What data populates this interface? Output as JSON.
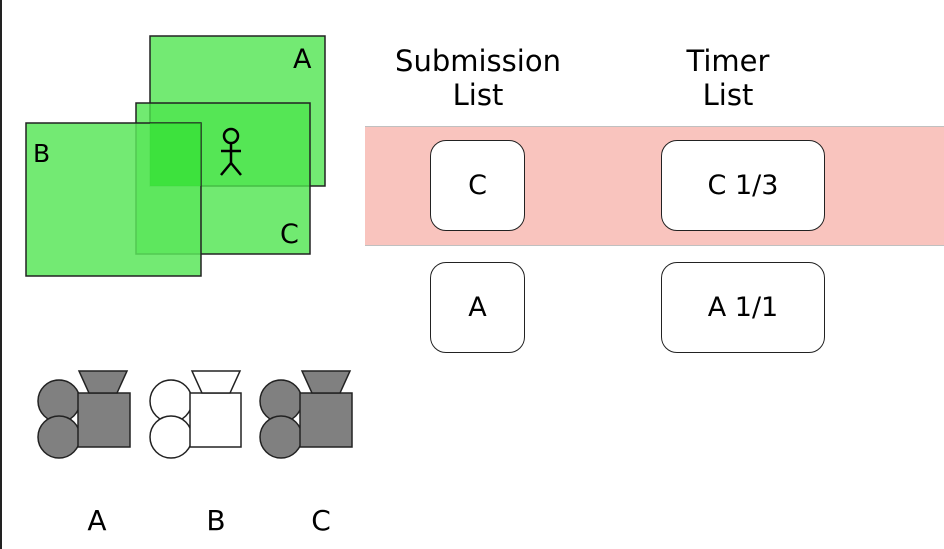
{
  "regions": [
    {
      "id": "A",
      "label": "A"
    },
    {
      "id": "B",
      "label": "B"
    },
    {
      "id": "C",
      "label": "C"
    }
  ],
  "colors": {
    "region_fill": "#5be65b",
    "region_overlap": "#22dd22",
    "highlight": "#f9c4be",
    "camera_gray": "#808080"
  },
  "lists": {
    "submission_header": [
      "Submission",
      "List"
    ],
    "timer_header": [
      "Timer",
      "List"
    ]
  },
  "rows": [
    {
      "submission": "C",
      "timer": "C  1/3",
      "highlighted": true
    },
    {
      "submission": "A",
      "timer": "A  1/1",
      "highlighted": false
    }
  ],
  "cameras": [
    {
      "label": "A",
      "state": "filled"
    },
    {
      "label": "B",
      "state": "outline"
    },
    {
      "label": "C",
      "state": "filled"
    }
  ]
}
